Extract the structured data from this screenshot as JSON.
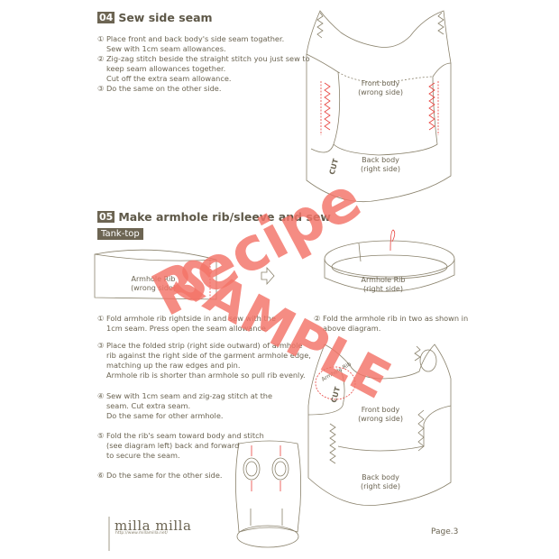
{
  "section04": {
    "number": "04",
    "title": "Sew side seam",
    "steps": [
      "① Place front and back body's side seam togather.",
      "Sew with 1cm seam allowances.",
      "② Zig-zag stitch beside the straight stitch you just sew to",
      "keep seam allowances together.",
      "Cut off the extra seam allowance.",
      "③ Do the same on the other side."
    ],
    "diagram": {
      "front": "Front body",
      "front_side": "(wrong side)",
      "back": "Back body",
      "back_side": "(right side)",
      "cut": "CUT"
    }
  },
  "section05": {
    "number": "05",
    "title": "Make armhole rib/sleeve and sew",
    "tag": "Tank-top",
    "rib_left": {
      "name": "Armhole Rib",
      "side": "(wrong side)"
    },
    "rib_right": {
      "name": "Armhole Rib",
      "side": "(right side)"
    },
    "step1": [
      "① Fold armhole rib rightside in and sew with the",
      "1cm seam. Press open the seam allowance."
    ],
    "step2": [
      "②    Fold the armhole rib in two as shown in",
      "above diagram."
    ],
    "step3": [
      "③ Place the folded strip (right side outward) of armhole",
      "rib against the right side of the garment armhole edge,",
      "matching up the raw edges and pin.",
      "Armhole rib is shorter than armhole so pull rib evenly."
    ],
    "step4": [
      "④ Sew with 1cm seam and zig-zag stitch at the",
      "seam. Cut extra seam.",
      "Do the same for other armhole."
    ],
    "step5": [
      "⑤ Fold the rib's seam toward body and stitch",
      "(see diagram left) back and forward",
      "to secure the seam."
    ],
    "step6": [
      "⑥ Do the same for the other side."
    ],
    "diagram": {
      "front": "Front body",
      "front_side": "(wrong side)",
      "back": "Back body",
      "back_side": "(right side)",
      "cut": "CUT",
      "rib": "Armhole Rib"
    }
  },
  "footer": {
    "logo": "milla milla",
    "url": "http://www.millamilla.net/",
    "page": "Page.3"
  },
  "watermark": {
    "line1": "Recipe",
    "line2": "SAMPLE"
  },
  "colors": {
    "text": "#6b6452",
    "accent": "#6d6553",
    "stitch": "#e8413c",
    "watermark": "#f47468"
  }
}
